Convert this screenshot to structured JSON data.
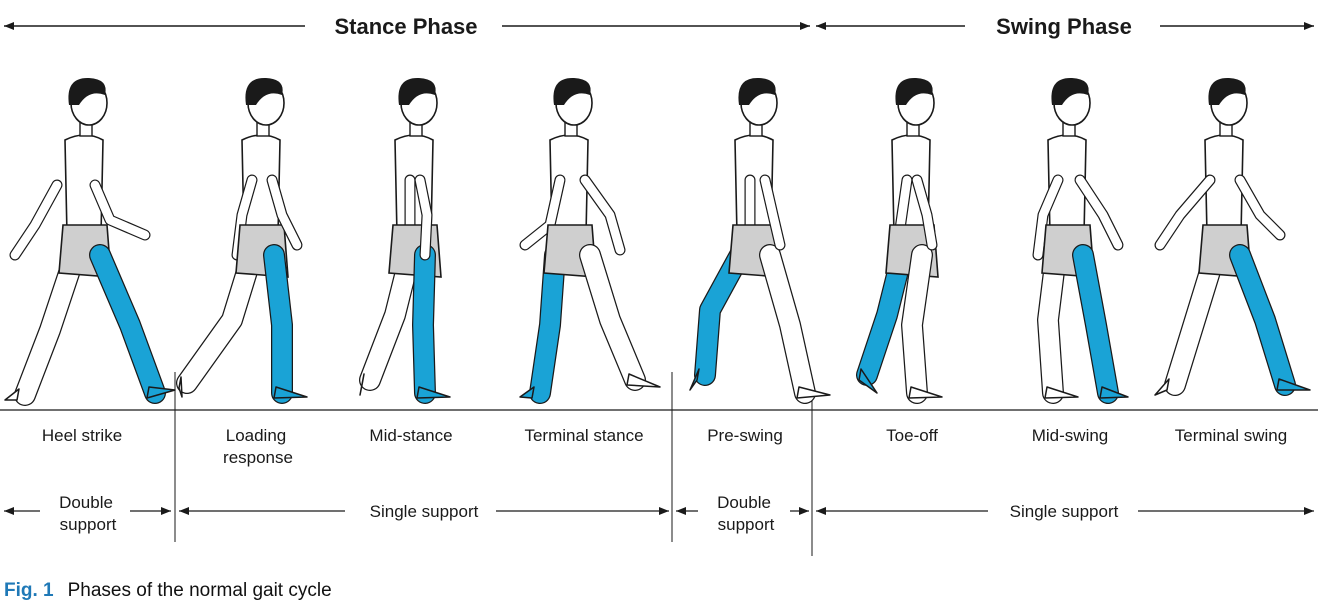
{
  "header": {
    "stance_phase": "Stance Phase",
    "swing_phase": "Swing Phase"
  },
  "phases": [
    {
      "label": "Heel strike"
    },
    {
      "label": "Loading response"
    },
    {
      "label": "Mid-stance"
    },
    {
      "label": "Terminal stance"
    },
    {
      "label": "Pre-swing"
    },
    {
      "label": "Toe-off"
    },
    {
      "label": "Mid-swing"
    },
    {
      "label": "Terminal swing"
    }
  ],
  "supports": [
    {
      "label": "Double support"
    },
    {
      "label": "Single support"
    },
    {
      "label": "Double support"
    },
    {
      "label": "Single support"
    }
  ],
  "colors": {
    "highlight_leg": "#1aa3d6",
    "shorts": "#cfcfcf",
    "outline": "#1a1a1a",
    "hair": "#1a1a1a",
    "caption_accent": "#1f79b7"
  },
  "caption": {
    "figure_number": "Fig. 1",
    "text": "Phases of the normal gait cycle"
  }
}
